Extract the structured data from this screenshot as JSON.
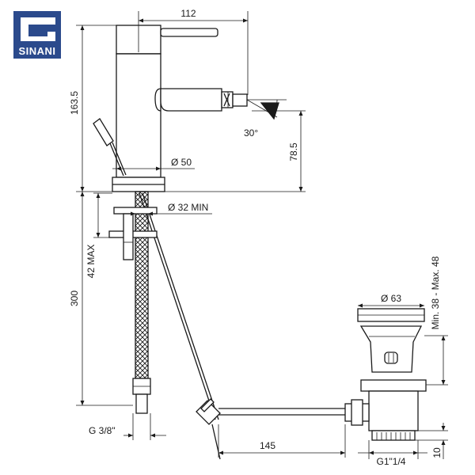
{
  "brand": {
    "name": "SINANI",
    "color": "#2b4a8c"
  },
  "dimensions": {
    "width_top": "112",
    "height_total": "163.5",
    "spout_height": "78.5",
    "angle": "30°",
    "diameter_body": "Ø 50",
    "hole_min": "Ø 32 MIN",
    "deck_max": "42 MAX",
    "hose_length": "300",
    "connection": "G 3/8\"",
    "drain_diameter": "Ø 63",
    "drain_range": "Min. 38 - Max. 48",
    "rod_length": "145",
    "drain_thread": "G1\"1/4",
    "drain_bottom": "10"
  }
}
